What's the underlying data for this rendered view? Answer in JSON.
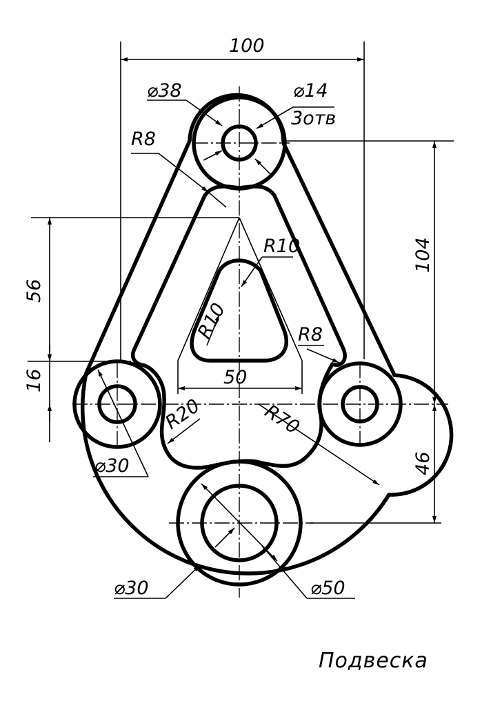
{
  "title": "Подвеска",
  "dimensions": {
    "width_top": "100",
    "dia_38": "⌀38",
    "dia_14": "⌀14",
    "holes_note": "3отв",
    "r8_top": "R8",
    "r10_top": "R10",
    "r10_left": "R10",
    "r8_right": "R8",
    "dim_56": "56",
    "dim_16": "16",
    "dim_104": "104",
    "dim_46": "46",
    "dim_50": "50",
    "r20": "R20",
    "r70": "R70",
    "dia_30_left": "⌀30",
    "dia_30_bottom": "⌀30",
    "dia_50": "⌀50"
  }
}
